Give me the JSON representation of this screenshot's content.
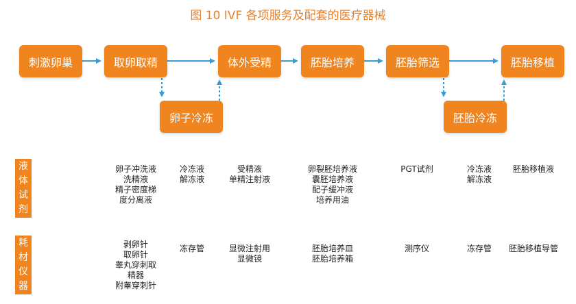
{
  "title": "图  10 IVF 各项服务及配套的医疗器械",
  "steps": [
    "刺激卵巢",
    "取卵取精",
    "体外受精",
    "胚胎培养",
    "胚胎筛选",
    "胚胎移植"
  ],
  "side_steps": [
    "卵子冷冻",
    "胚胎冷冻"
  ],
  "row_labels": {
    "liquid": [
      "液",
      "体",
      "试",
      "剂"
    ],
    "consumables": [
      "耗",
      "材",
      "仪",
      "器"
    ]
  },
  "liquid_cells": [
    [
      "卵子冲洗液",
      "洗精液",
      "精子密度梯",
      "度分离液"
    ],
    [
      "冷冻液",
      "解冻液"
    ],
    [
      "受精液",
      "单精注射液"
    ],
    [
      "卵裂胚培养液",
      "囊胚培养液",
      "配子缓冲液",
      "培养用油"
    ],
    [
      "PGT试剂"
    ],
    [
      "冷冻液",
      "解冻液"
    ],
    [
      "胚胎移植液"
    ]
  ],
  "consumable_cells": [
    [
      "剥卵针",
      "取卵针",
      "睾丸穿刺取",
      "精器",
      "附睾穿刺针"
    ],
    [
      "冻存管"
    ],
    [
      "显微注射用",
      "显微镜"
    ],
    [
      "胚胎培养皿",
      "胚胎培养箱"
    ],
    [
      "测序仪"
    ],
    [
      "冻存管"
    ],
    [
      "胚胎移植导管"
    ]
  ],
  "colors": {
    "accent": "#f0841f",
    "arrow": "#3a9bd5",
    "title": "#e8822a"
  }
}
